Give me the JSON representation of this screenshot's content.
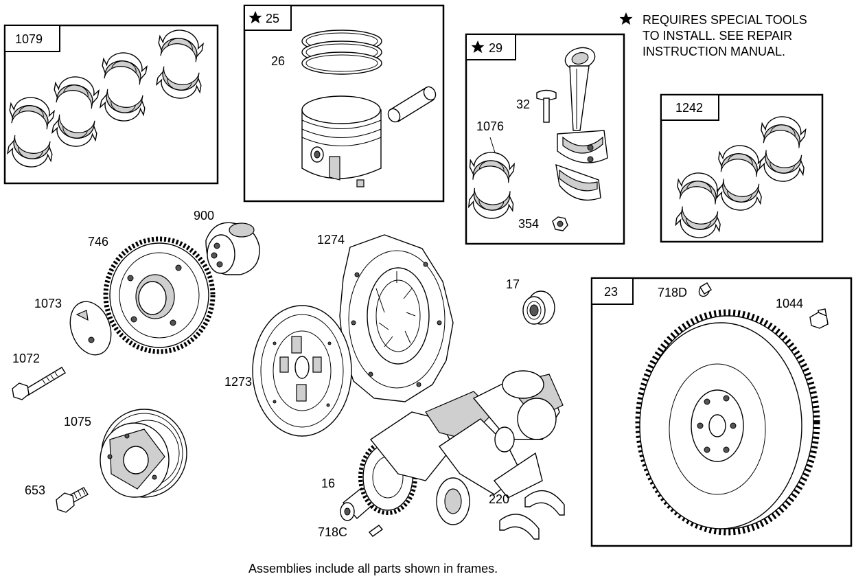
{
  "note": {
    "line1": "REQUIRES SPECIAL TOOLS",
    "line2": "TO INSTALL. SEE REPAIR",
    "line3": "INSTRUCTION MANUAL."
  },
  "caption": "Assemblies include all parts shown in frames.",
  "frames": {
    "f1079": "1079",
    "f25": "25",
    "f29": "29",
    "f1242": "1242",
    "f23": "23"
  },
  "parts": {
    "p26": "26",
    "p32": "32",
    "p1076": "1076",
    "p354": "354",
    "p900": "900",
    "p746": "746",
    "p1073": "1073",
    "p1072": "1072",
    "p1075": "1075",
    "p653": "653",
    "p1274": "1274",
    "p1273": "1273",
    "p17": "17",
    "p16": "16",
    "p718C": "718C",
    "p220": "220",
    "p718D": "718D",
    "p1044": "1044"
  }
}
